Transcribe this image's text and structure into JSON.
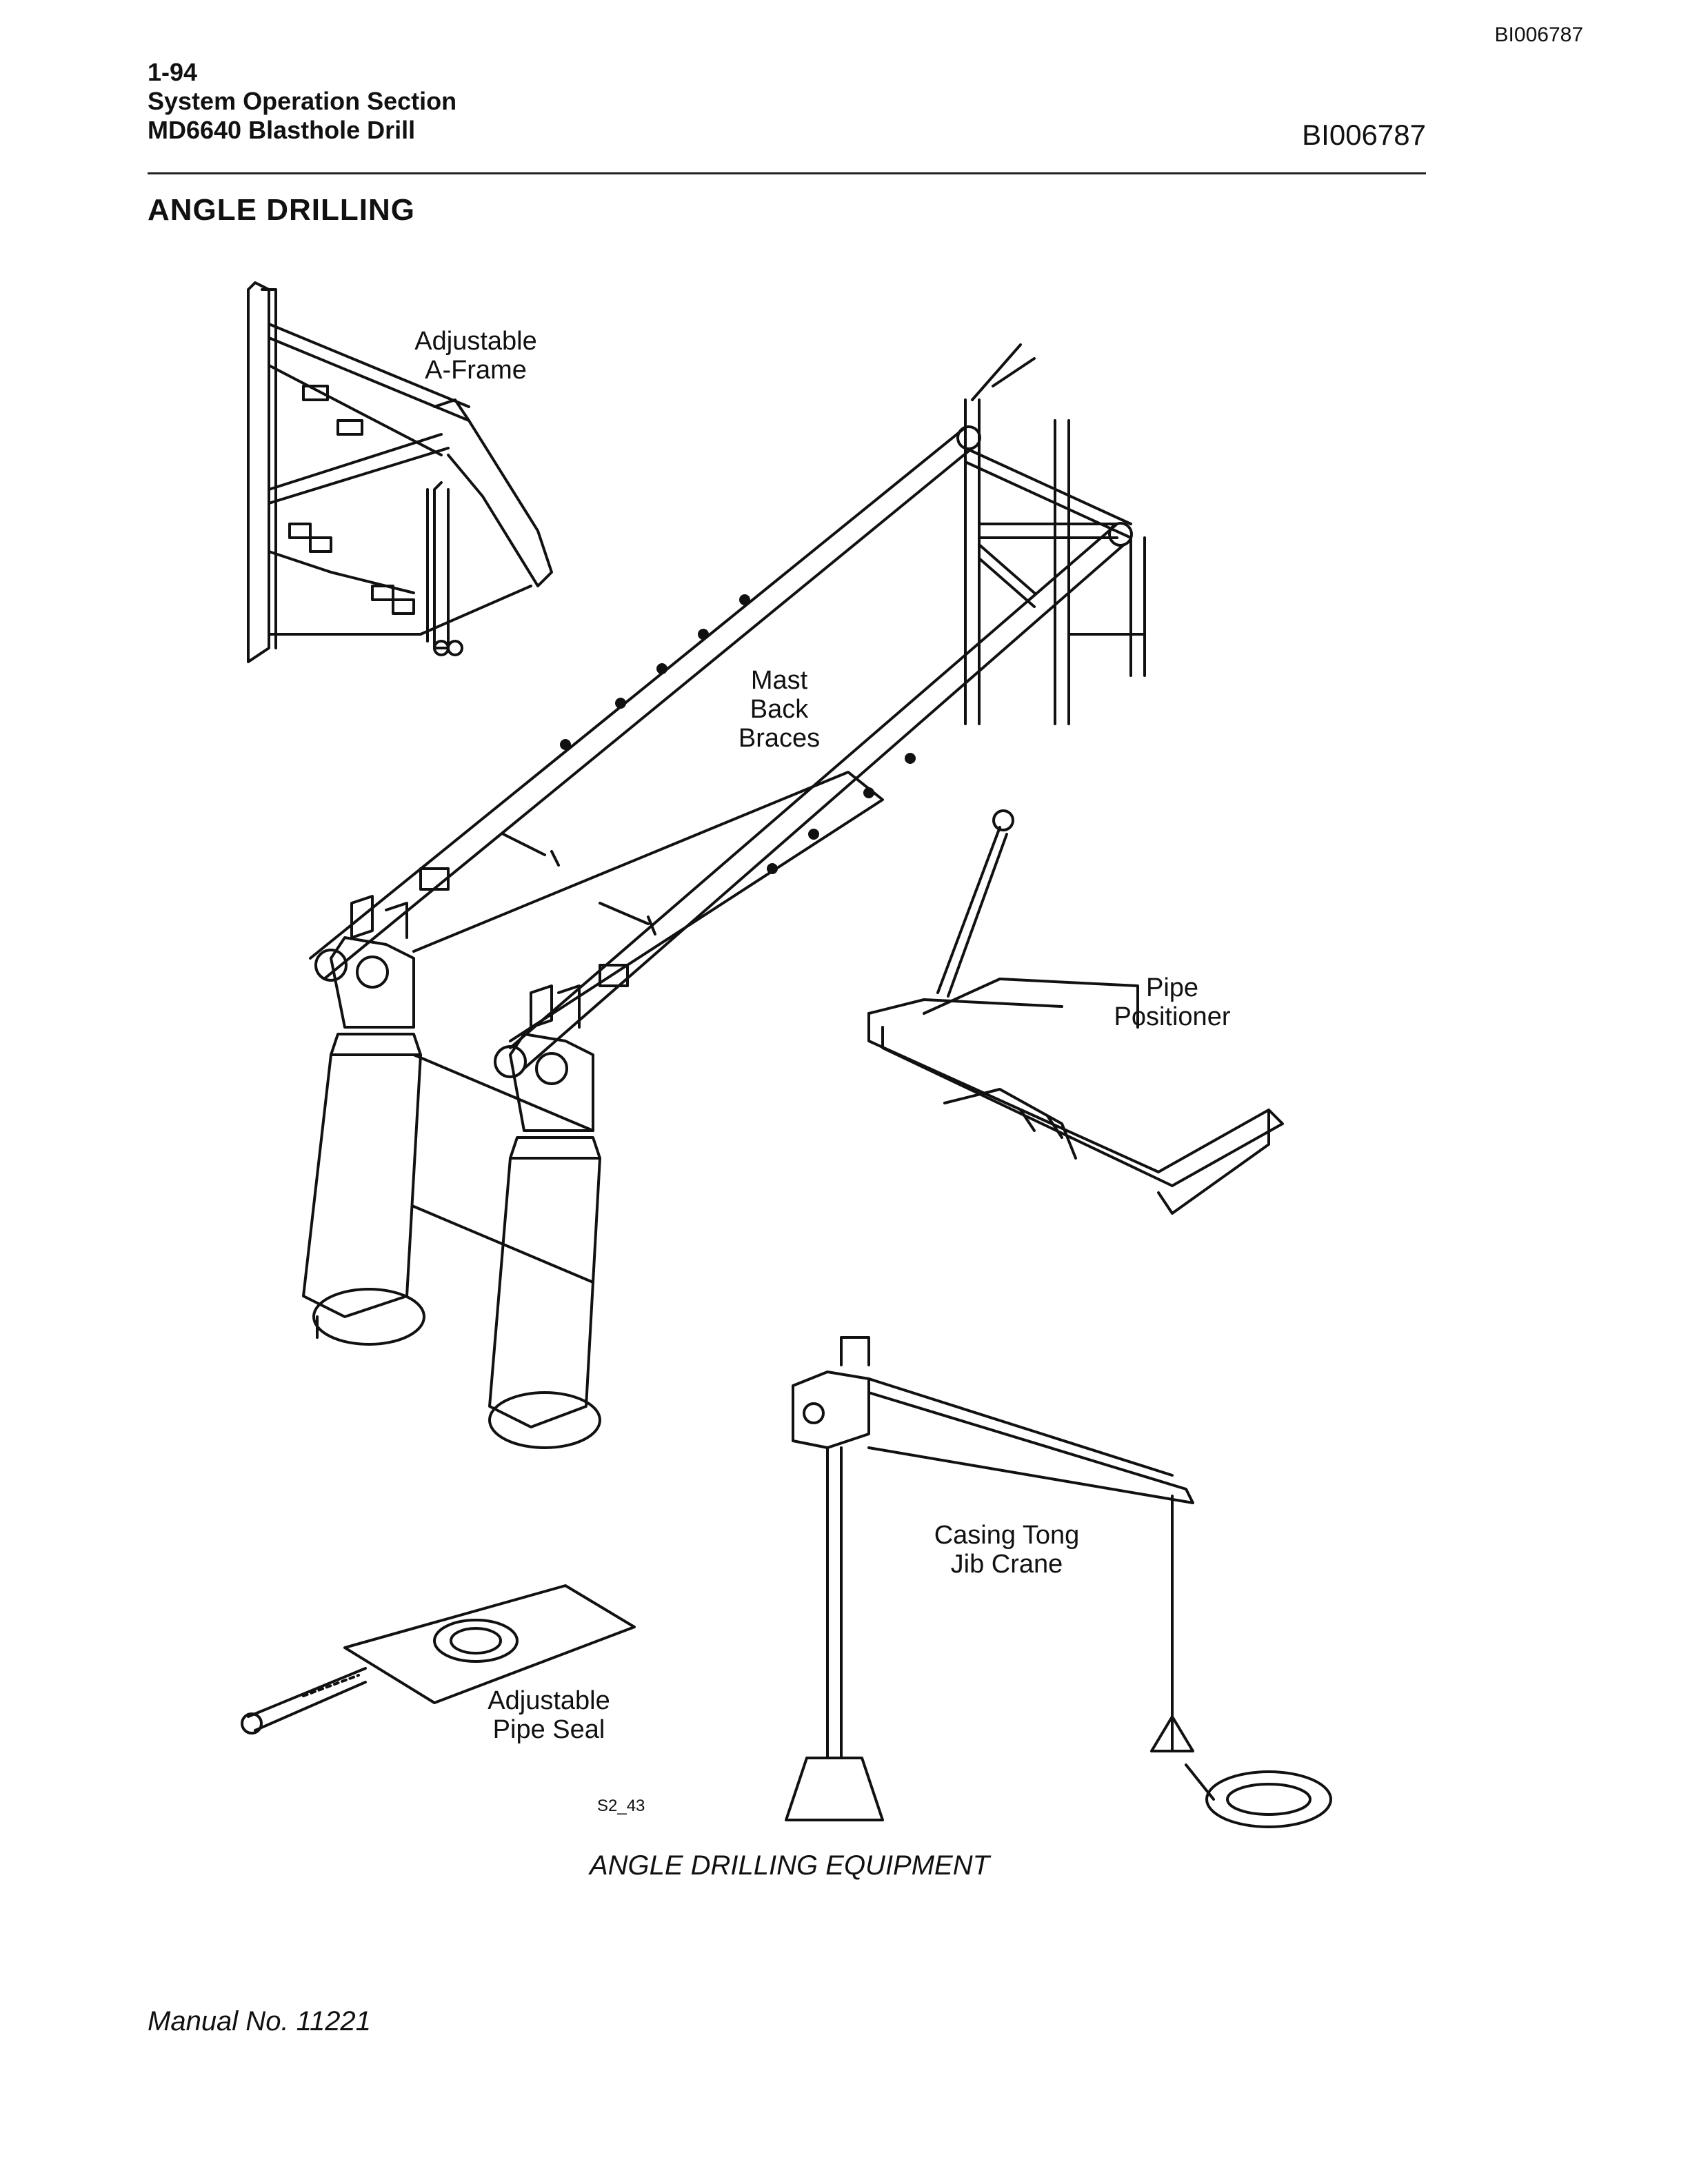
{
  "doc_id": "BI006787",
  "header": {
    "page_number": "1-94",
    "section": "System Operation Section",
    "model": "MD6640 Blasthole Drill"
  },
  "title": "ANGLE DRILLING",
  "figure": {
    "labels": {
      "a_frame": "Adjustable\nA-Frame",
      "mast_back_braces": "Mast\nBack\nBraces",
      "pipe_positioner": "Pipe\nPositioner",
      "jib_crane": "Casing Tong\nJib Crane",
      "pipe_seal": "Adjustable\nPipe Seal"
    },
    "code": "S2_43",
    "caption": "ANGLE DRILLING EQUIPMENT"
  },
  "footer": {
    "manual": "Manual No.  11221"
  }
}
